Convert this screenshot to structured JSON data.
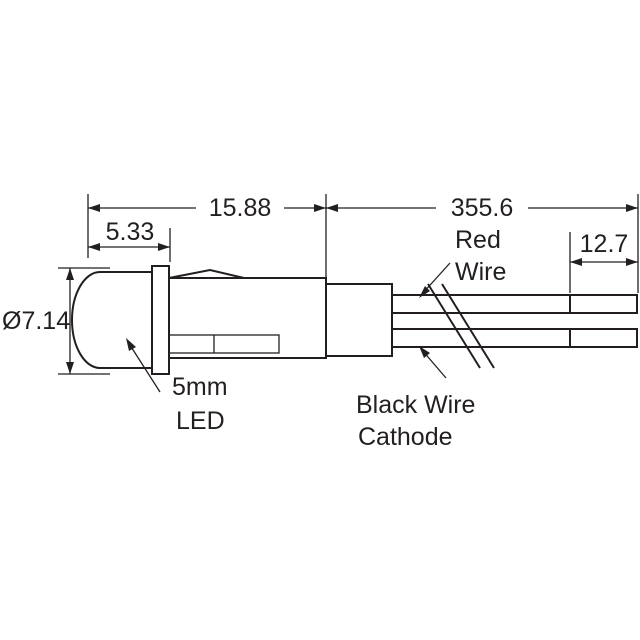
{
  "dimensions": {
    "total_body_length": "15.88",
    "lens_length": "5.33",
    "wire_length": "355.6",
    "stripped_end": "12.7",
    "diameter": "Ø7.14"
  },
  "labels": {
    "led_line1": "5mm",
    "led_line2": "LED",
    "red_wire_line1": "Red",
    "red_wire_line2": "Wire",
    "black_wire_line1": "Black Wire",
    "black_wire_line2": "Cathode"
  },
  "colors": {
    "ink": "#231f20",
    "background": "#ffffff"
  }
}
